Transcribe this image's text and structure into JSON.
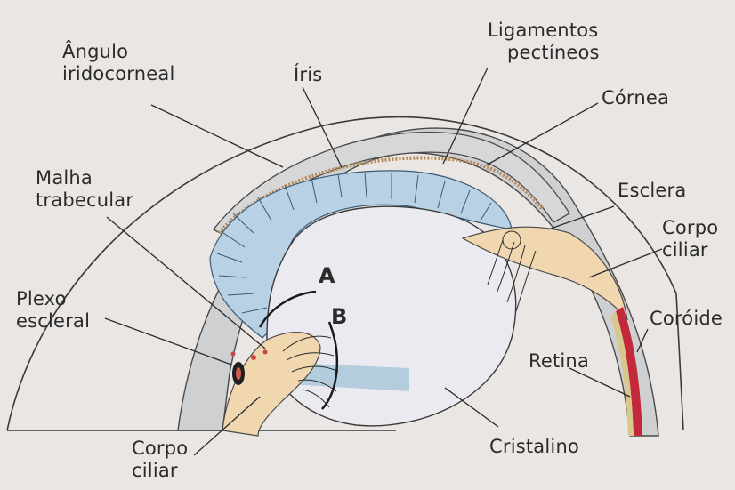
{
  "labels": {
    "angulo": [
      "Ângulo",
      "iridocorneal"
    ],
    "iris": [
      "Íris"
    ],
    "ligamentos": [
      "Ligamentos",
      "pectíneos"
    ],
    "cornea": [
      "Córnea"
    ],
    "malha": [
      "Malha",
      "trabecular"
    ],
    "esclera": [
      "Esclera"
    ],
    "corpo_ciliar_right": [
      "Corpo",
      "ciliar"
    ],
    "plexo": [
      "Plexo",
      "escleral"
    ],
    "coroide": [
      "Coróide"
    ],
    "retina": [
      "Retina"
    ],
    "corpo_ciliar_bottom": [
      "Corpo",
      "ciliar"
    ],
    "cristalino": [
      "Cristalino"
    ],
    "pathway_a": [
      "A"
    ],
    "pathway_b": [
      "B"
    ]
  },
  "colors": {
    "background": "#e9e6e3",
    "iris": "#b9d1e4",
    "ciliary_body": "#f0d7b0",
    "choroid": "#c22a3c",
    "sclera": "#cfd0d2",
    "lens": "#ebeaf0"
  }
}
